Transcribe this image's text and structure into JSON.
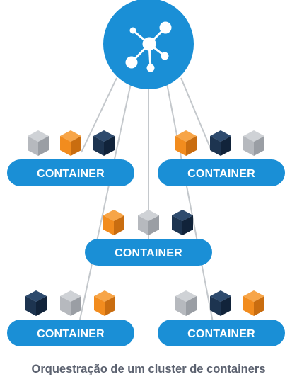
{
  "diagram": {
    "hub": {
      "icon": "network-hub-icon",
      "color": "#1a8fd6",
      "icon_color": "#ffffff"
    },
    "containers": [
      {
        "label": "CONTAINER",
        "cubes": [
          "gray",
          "orange",
          "navy"
        ]
      },
      {
        "label": "CONTAINER",
        "cubes": [
          "orange",
          "navy",
          "gray"
        ]
      },
      {
        "label": "CONTAINER",
        "cubes": [
          "orange",
          "gray",
          "navy"
        ]
      },
      {
        "label": "CONTAINER",
        "cubes": [
          "navy",
          "gray",
          "orange"
        ]
      },
      {
        "label": "CONTAINER",
        "cubes": [
          "gray",
          "navy",
          "orange"
        ]
      }
    ],
    "colors": {
      "pill": "#1a8fd6",
      "line": "#c4c8cc",
      "orange": "#f28c1e",
      "navy": "#1d3450",
      "gray": "#b6b9be"
    }
  },
  "caption": "Orquestração de um cluster de containers"
}
